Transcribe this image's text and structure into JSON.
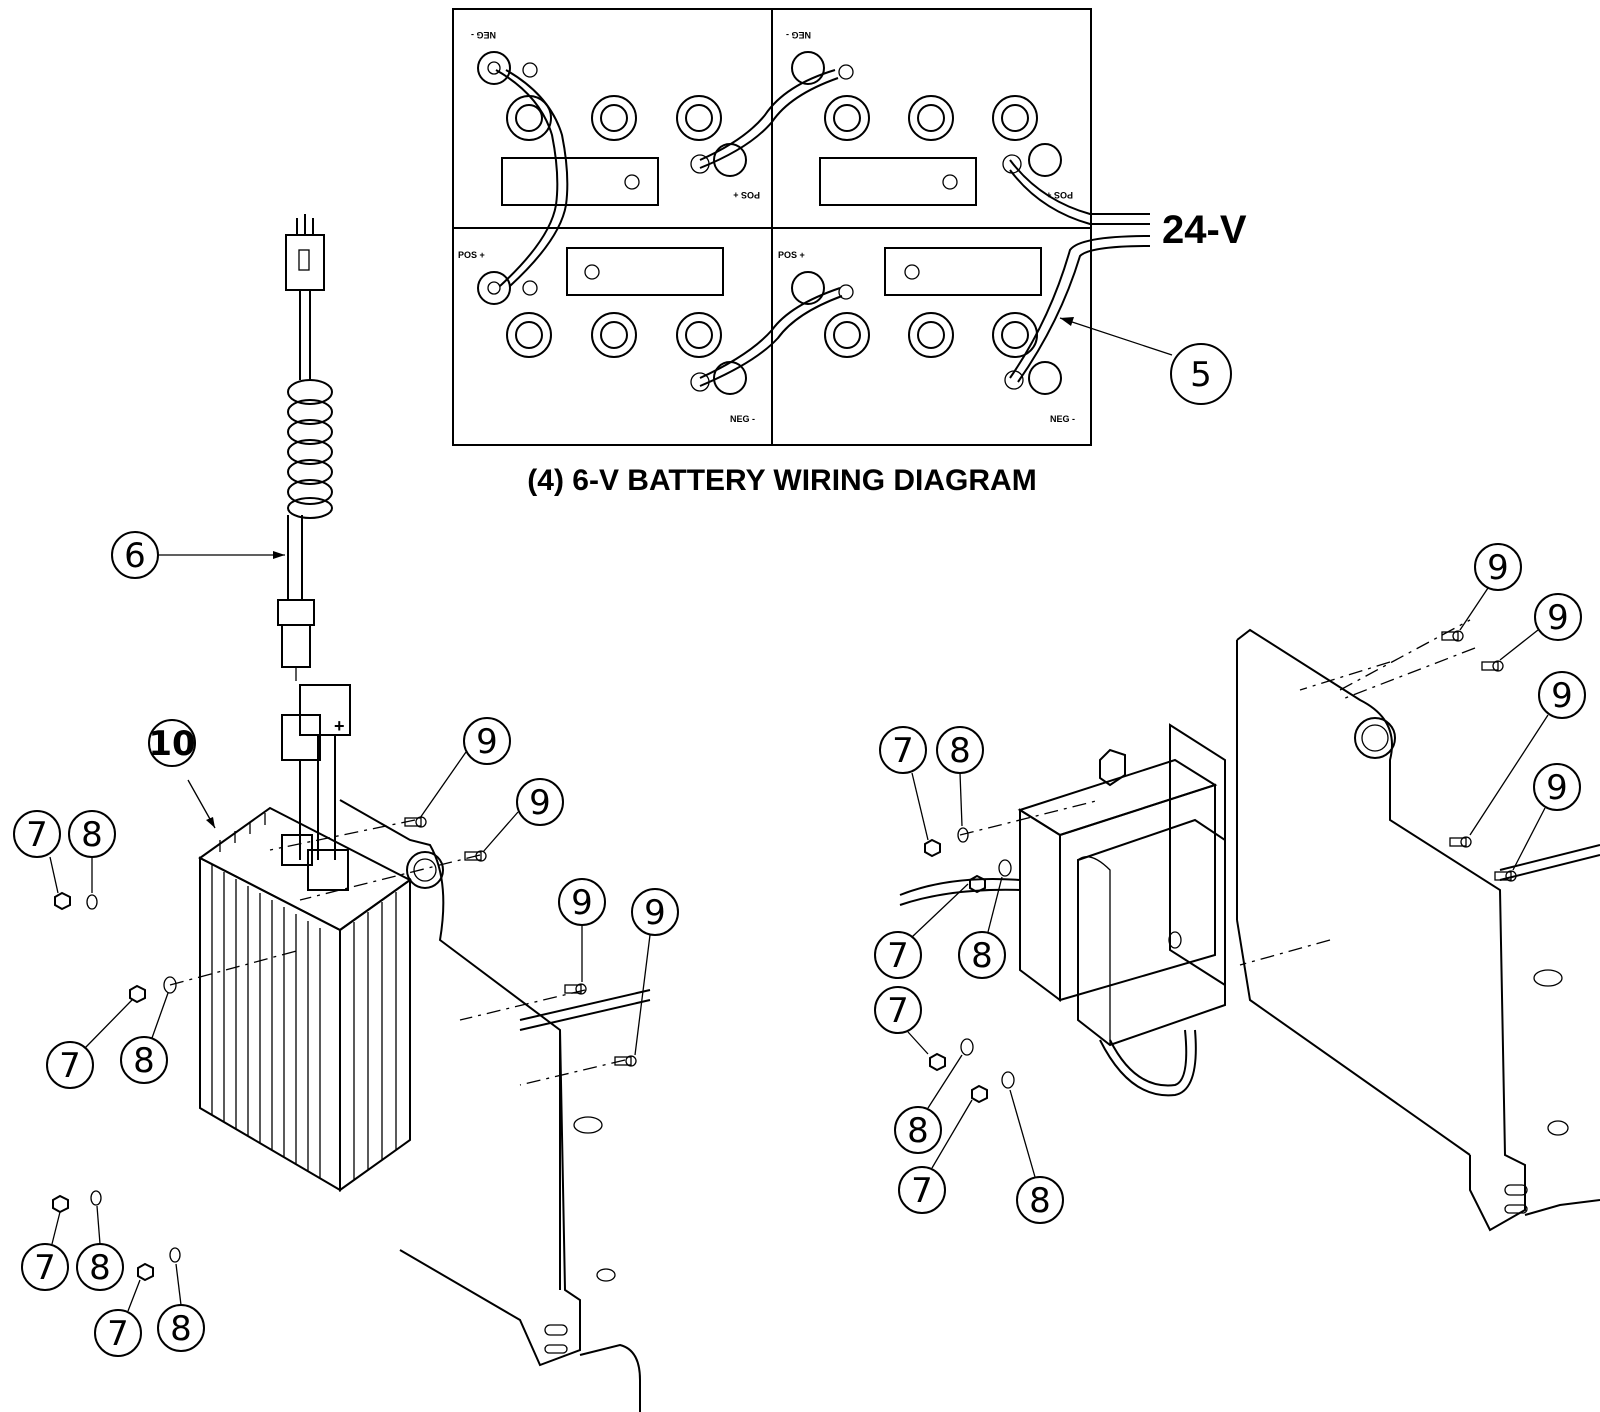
{
  "battery_diagram": {
    "title": "(4) 6-V BATTERY WIRING DIAGRAM",
    "voltage_label": "24-V",
    "terminal_labels": {
      "pos": "POS +",
      "neg": "NEG -"
    }
  },
  "callouts": {
    "c5": "5",
    "c6": "6",
    "c7": "7",
    "c8": "8",
    "c9": "9",
    "c10": "10"
  },
  "colors": {
    "line": "#000000",
    "background": "#ffffff"
  }
}
